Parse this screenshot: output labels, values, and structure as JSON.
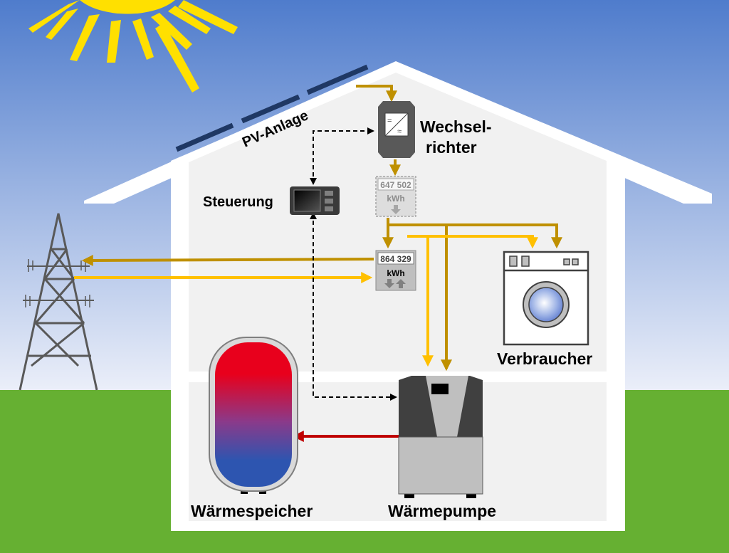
{
  "labels": {
    "pv": "PV-Anlage",
    "inverter_line1": "Wechsel-",
    "inverter_line2": "richter",
    "control": "Steuerung",
    "consumer": "Verbraucher",
    "storage": "Wärmespeicher",
    "heatpump": "Wärmepumpe"
  },
  "meters": {
    "production": {
      "reading": "647 502",
      "unit": "kWh"
    },
    "grid": {
      "reading": "864 329",
      "unit": "kWh"
    }
  },
  "inverter_symbols": {
    "dc": "=",
    "ac": "≈"
  },
  "colors": {
    "sky_top": "#4f7ccc",
    "sky_bottom": "#eef1fa",
    "grass": "#66b032",
    "house": "#f1f1f1",
    "roof": "#ffffff",
    "sun": "#ffe000",
    "pv_panel": "#1f3864",
    "flow_pv": "#bf9000",
    "flow_grid": "#ffc000",
    "flow_heat": "#c00000",
    "control_line": "#000000",
    "pylon": "#595959"
  }
}
